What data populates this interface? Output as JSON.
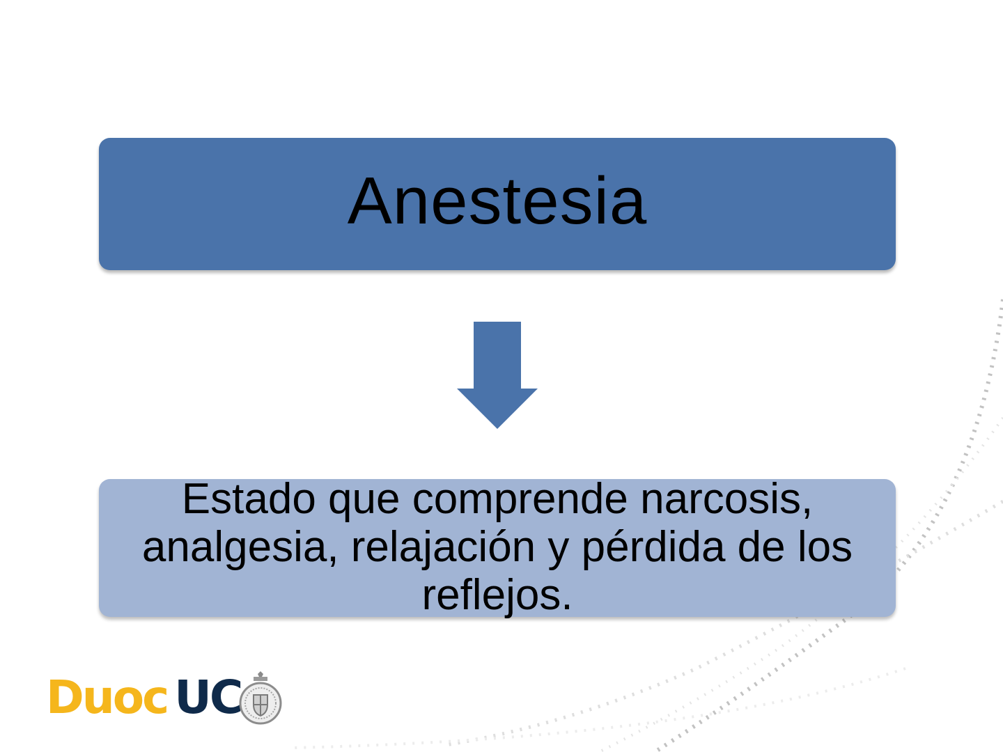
{
  "diagram": {
    "top_box": {
      "label": "Anestesia",
      "fill": "#4a73aa"
    },
    "arrow": {
      "icon": "down-arrow-icon",
      "fill": "#4a73aa"
    },
    "bottom_box": {
      "label": "Estado que comprende narcosis, analgesia, relajación y pérdida de los reflejos.",
      "fill": "#a1b4d4"
    }
  },
  "logo": {
    "part1": "Duoc",
    "part2": "UC",
    "part1_color": "#f5b61c",
    "part2_color": "#0f2a4a",
    "seal_icon": "university-seal-icon"
  }
}
